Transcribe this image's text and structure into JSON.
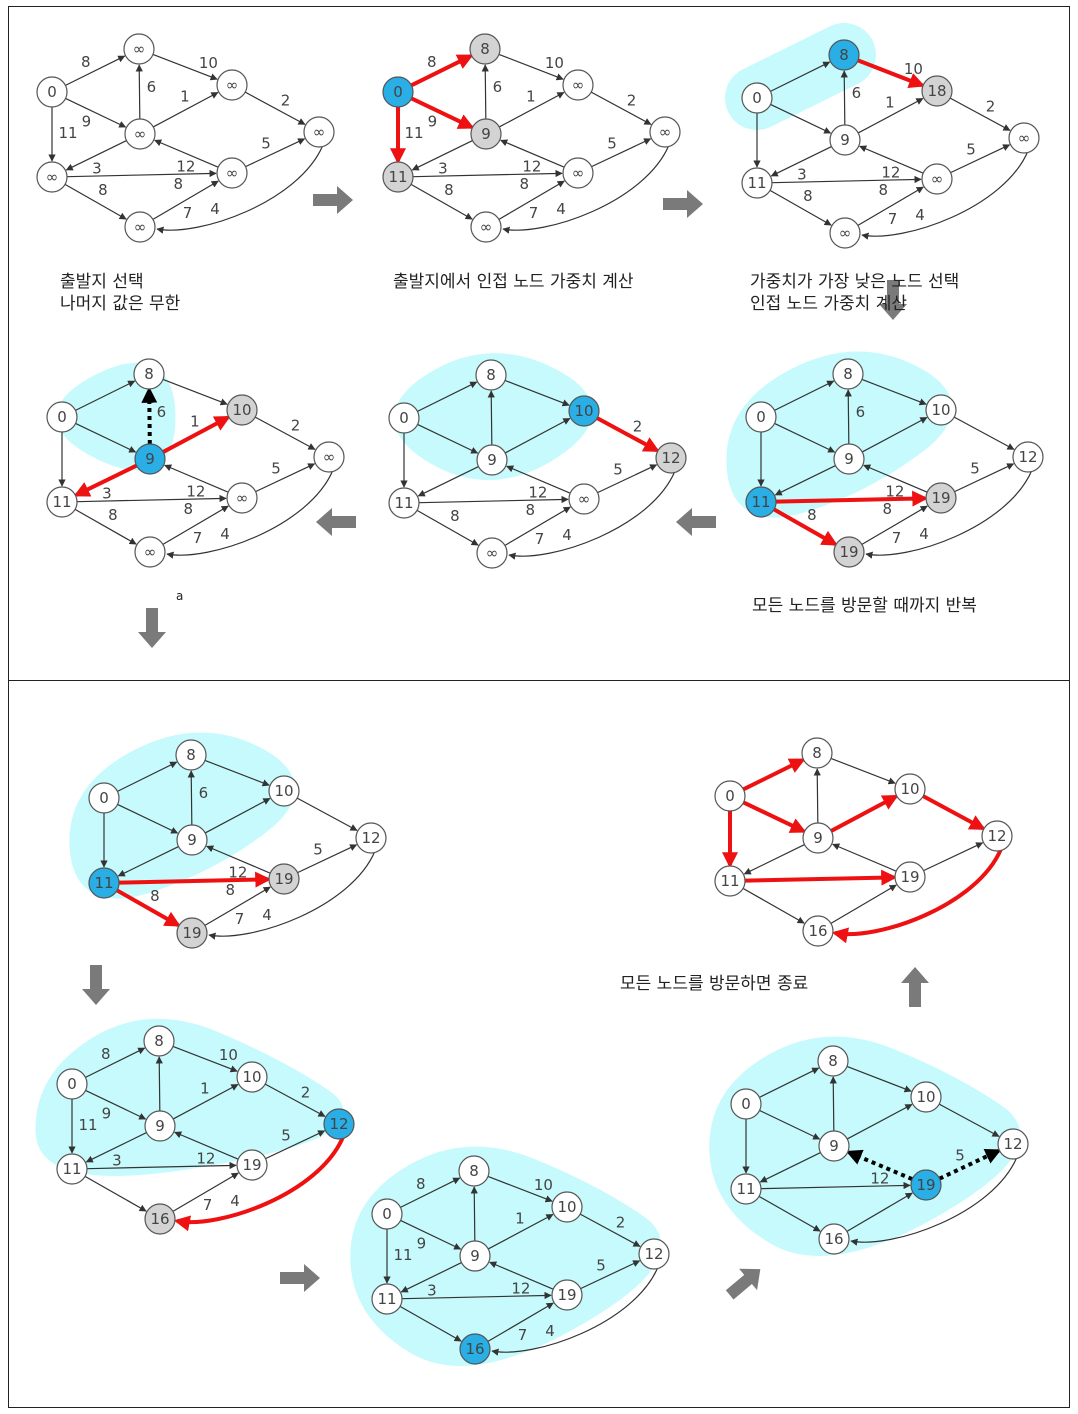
{
  "captions": {
    "step1_line1": "출발지 선택",
    "step1_line2": "나머지 값은 무한",
    "step2": "출발지에서 인접 노드 가중치 계산",
    "step3_line1": "가중치가 가장 낮은 노드 선택",
    "step3_line2": "인접 노드 가중치 계산",
    "repeat": "모든 노드를 방문할 때까지 반복",
    "finish": "모든 노드를 방문하면 종료",
    "stray_mark": "a"
  },
  "colors": {
    "visited_region": "#c6fafc",
    "current_node": "#29aee6",
    "updated_node": "#d3d3d3",
    "unvisited_node": "#ffffff",
    "highlight_edge": "#ee1111",
    "edge": "#333333",
    "step_arrow": "#7a7a7a"
  },
  "step_arrows": [
    "arrow-right",
    "arrow-right",
    "arrow-down",
    "arrow-left",
    "arrow-left",
    "arrow-down",
    "arrow-down",
    "arrow-right",
    "arrow-up-right",
    "arrow-up"
  ],
  "graphs": [
    {
      "id": "step1",
      "nodes": [
        "0",
        "∞",
        "∞",
        "∞",
        "∞",
        "∞",
        "∞",
        "∞"
      ],
      "states": [
        "w",
        "w",
        "w",
        "w",
        "w",
        "w",
        "w",
        "w"
      ],
      "weights": [
        "8",
        "10",
        "6",
        "9",
        "2",
        "1",
        "11",
        "3",
        "12",
        "5",
        "8",
        "8",
        "7",
        "4"
      ],
      "visited": [],
      "red": [],
      "dotted": []
    },
    {
      "id": "step2",
      "nodes": [
        "0",
        "8",
        "∞",
        "9",
        "∞",
        "11",
        "∞",
        "∞"
      ],
      "states": [
        "c",
        "g",
        "w",
        "g",
        "w",
        "g",
        "w",
        "w"
      ],
      "weights": [
        "8",
        "10",
        "6",
        "9",
        "2",
        "1",
        "11",
        "3",
        "12",
        "5",
        "8",
        "8",
        "7",
        "4"
      ],
      "visited": [],
      "red": [
        0,
        3,
        6
      ],
      "dotted": []
    },
    {
      "id": "step3",
      "nodes": [
        "0",
        "8",
        "18",
        "9",
        "∞",
        "11",
        "∞",
        "∞"
      ],
      "states": [
        "w",
        "c",
        "g",
        "w",
        "w",
        "w",
        "w",
        "w"
      ],
      "weights": [
        "",
        "10",
        "6",
        "",
        "2",
        "1",
        "",
        "3",
        "12",
        "5",
        "8",
        "8",
        "7",
        "4"
      ],
      "visited": [
        0,
        1
      ],
      "red": [
        1
      ],
      "dotted": []
    },
    {
      "id": "step4",
      "nodes": [
        "0",
        "8",
        "10",
        "9",
        "∞",
        "11",
        "∞",
        "∞"
      ],
      "states": [
        "w",
        "w",
        "g",
        "c",
        "w",
        "w",
        "w",
        "w"
      ],
      "weights": [
        "",
        "",
        "6",
        "",
        "2",
        "1",
        "",
        "3",
        "12",
        "5",
        "8",
        "8",
        "7",
        "4"
      ],
      "visited": [
        0,
        1,
        3
      ],
      "red": [
        5,
        7
      ],
      "dotted": [
        2
      ]
    },
    {
      "id": "step5",
      "nodes": [
        "0",
        "8",
        "10",
        "9",
        "12",
        "11",
        "∞",
        "∞"
      ],
      "states": [
        "w",
        "w",
        "c",
        "w",
        "g",
        "w",
        "w",
        "w"
      ],
      "weights": [
        "",
        "",
        "",
        "",
        "2",
        "",
        "",
        "",
        "12",
        "5",
        "8",
        "8",
        "7",
        "4"
      ],
      "visited": [
        0,
        1,
        2,
        3
      ],
      "red": [
        4
      ],
      "dotted": []
    },
    {
      "id": "step6",
      "nodes": [
        "0",
        "8",
        "10",
        "9",
        "12",
        "11",
        "19",
        "19"
      ],
      "states": [
        "w",
        "w",
        "w",
        "w",
        "w",
        "c",
        "g",
        "g"
      ],
      "weights": [
        "",
        "",
        "6",
        "",
        "",
        "",
        "",
        "",
        "12",
        "5",
        "8",
        "8",
        "7",
        "4"
      ],
      "visited": [
        0,
        1,
        2,
        3,
        5
      ],
      "red": [
        10,
        11
      ],
      "dotted": []
    },
    {
      "id": "step7",
      "nodes": [
        "0",
        "8",
        "10",
        "9",
        "12",
        "11",
        "19",
        "19"
      ],
      "states": [
        "w",
        "w",
        "w",
        "w",
        "w",
        "c",
        "g",
        "g"
      ],
      "weights": [
        "",
        "",
        "6",
        "",
        "",
        "",
        "",
        "",
        "12",
        "5",
        "8",
        "8",
        "7",
        "4"
      ],
      "visited": [
        0,
        1,
        2,
        3,
        5
      ],
      "red": [
        10,
        11
      ],
      "dotted": []
    },
    {
      "id": "step8",
      "nodes": [
        "0",
        "8",
        "10",
        "9",
        "12",
        "11",
        "19",
        "16"
      ],
      "states": [
        "w",
        "w",
        "w",
        "w",
        "c",
        "w",
        "w",
        "g"
      ],
      "weights": [
        "8",
        "10",
        "",
        "9",
        "2",
        "1",
        "11",
        "3",
        "12",
        "5",
        "",
        "",
        "7",
        "4"
      ],
      "visited": [
        0,
        1,
        2,
        3,
        4,
        5
      ],
      "red": [
        13
      ],
      "dotted": []
    },
    {
      "id": "step9",
      "nodes": [
        "0",
        "8",
        "10",
        "9",
        "12",
        "11",
        "19",
        "16"
      ],
      "states": [
        "w",
        "w",
        "w",
        "w",
        "w",
        "w",
        "w",
        "c"
      ],
      "weights": [
        "8",
        "10",
        "",
        "9",
        "2",
        "1",
        "11",
        "3",
        "12",
        "5",
        "",
        "",
        "7",
        "4"
      ],
      "visited": [
        0,
        1,
        2,
        3,
        4,
        5,
        7
      ],
      "red": [],
      "dotted": []
    },
    {
      "id": "step10",
      "nodes": [
        "0",
        "8",
        "10",
        "9",
        "12",
        "11",
        "19",
        "16"
      ],
      "states": [
        "w",
        "w",
        "w",
        "w",
        "w",
        "w",
        "c",
        "w"
      ],
      "weights": [
        "",
        "",
        "",
        "",
        "",
        "",
        "",
        "",
        "12",
        "5",
        "",
        "",
        "",
        ""
      ],
      "visited": [
        0,
        1,
        2,
        3,
        4,
        5,
        6,
        7
      ],
      "red": [],
      "dotted": [
        8,
        9
      ]
    },
    {
      "id": "final",
      "nodes": [
        "0",
        "8",
        "10",
        "9",
        "12",
        "11",
        "19",
        "16"
      ],
      "states": [
        "w",
        "w",
        "w",
        "w",
        "w",
        "w",
        "w",
        "w"
      ],
      "weights": [
        "",
        "",
        "",
        "",
        "",
        "",
        "",
        "",
        "",
        "",
        "",
        "",
        "",
        ""
      ],
      "visited": [],
      "red": [
        0,
        3,
        5,
        4,
        6,
        10,
        13
      ],
      "dotted": []
    }
  ]
}
